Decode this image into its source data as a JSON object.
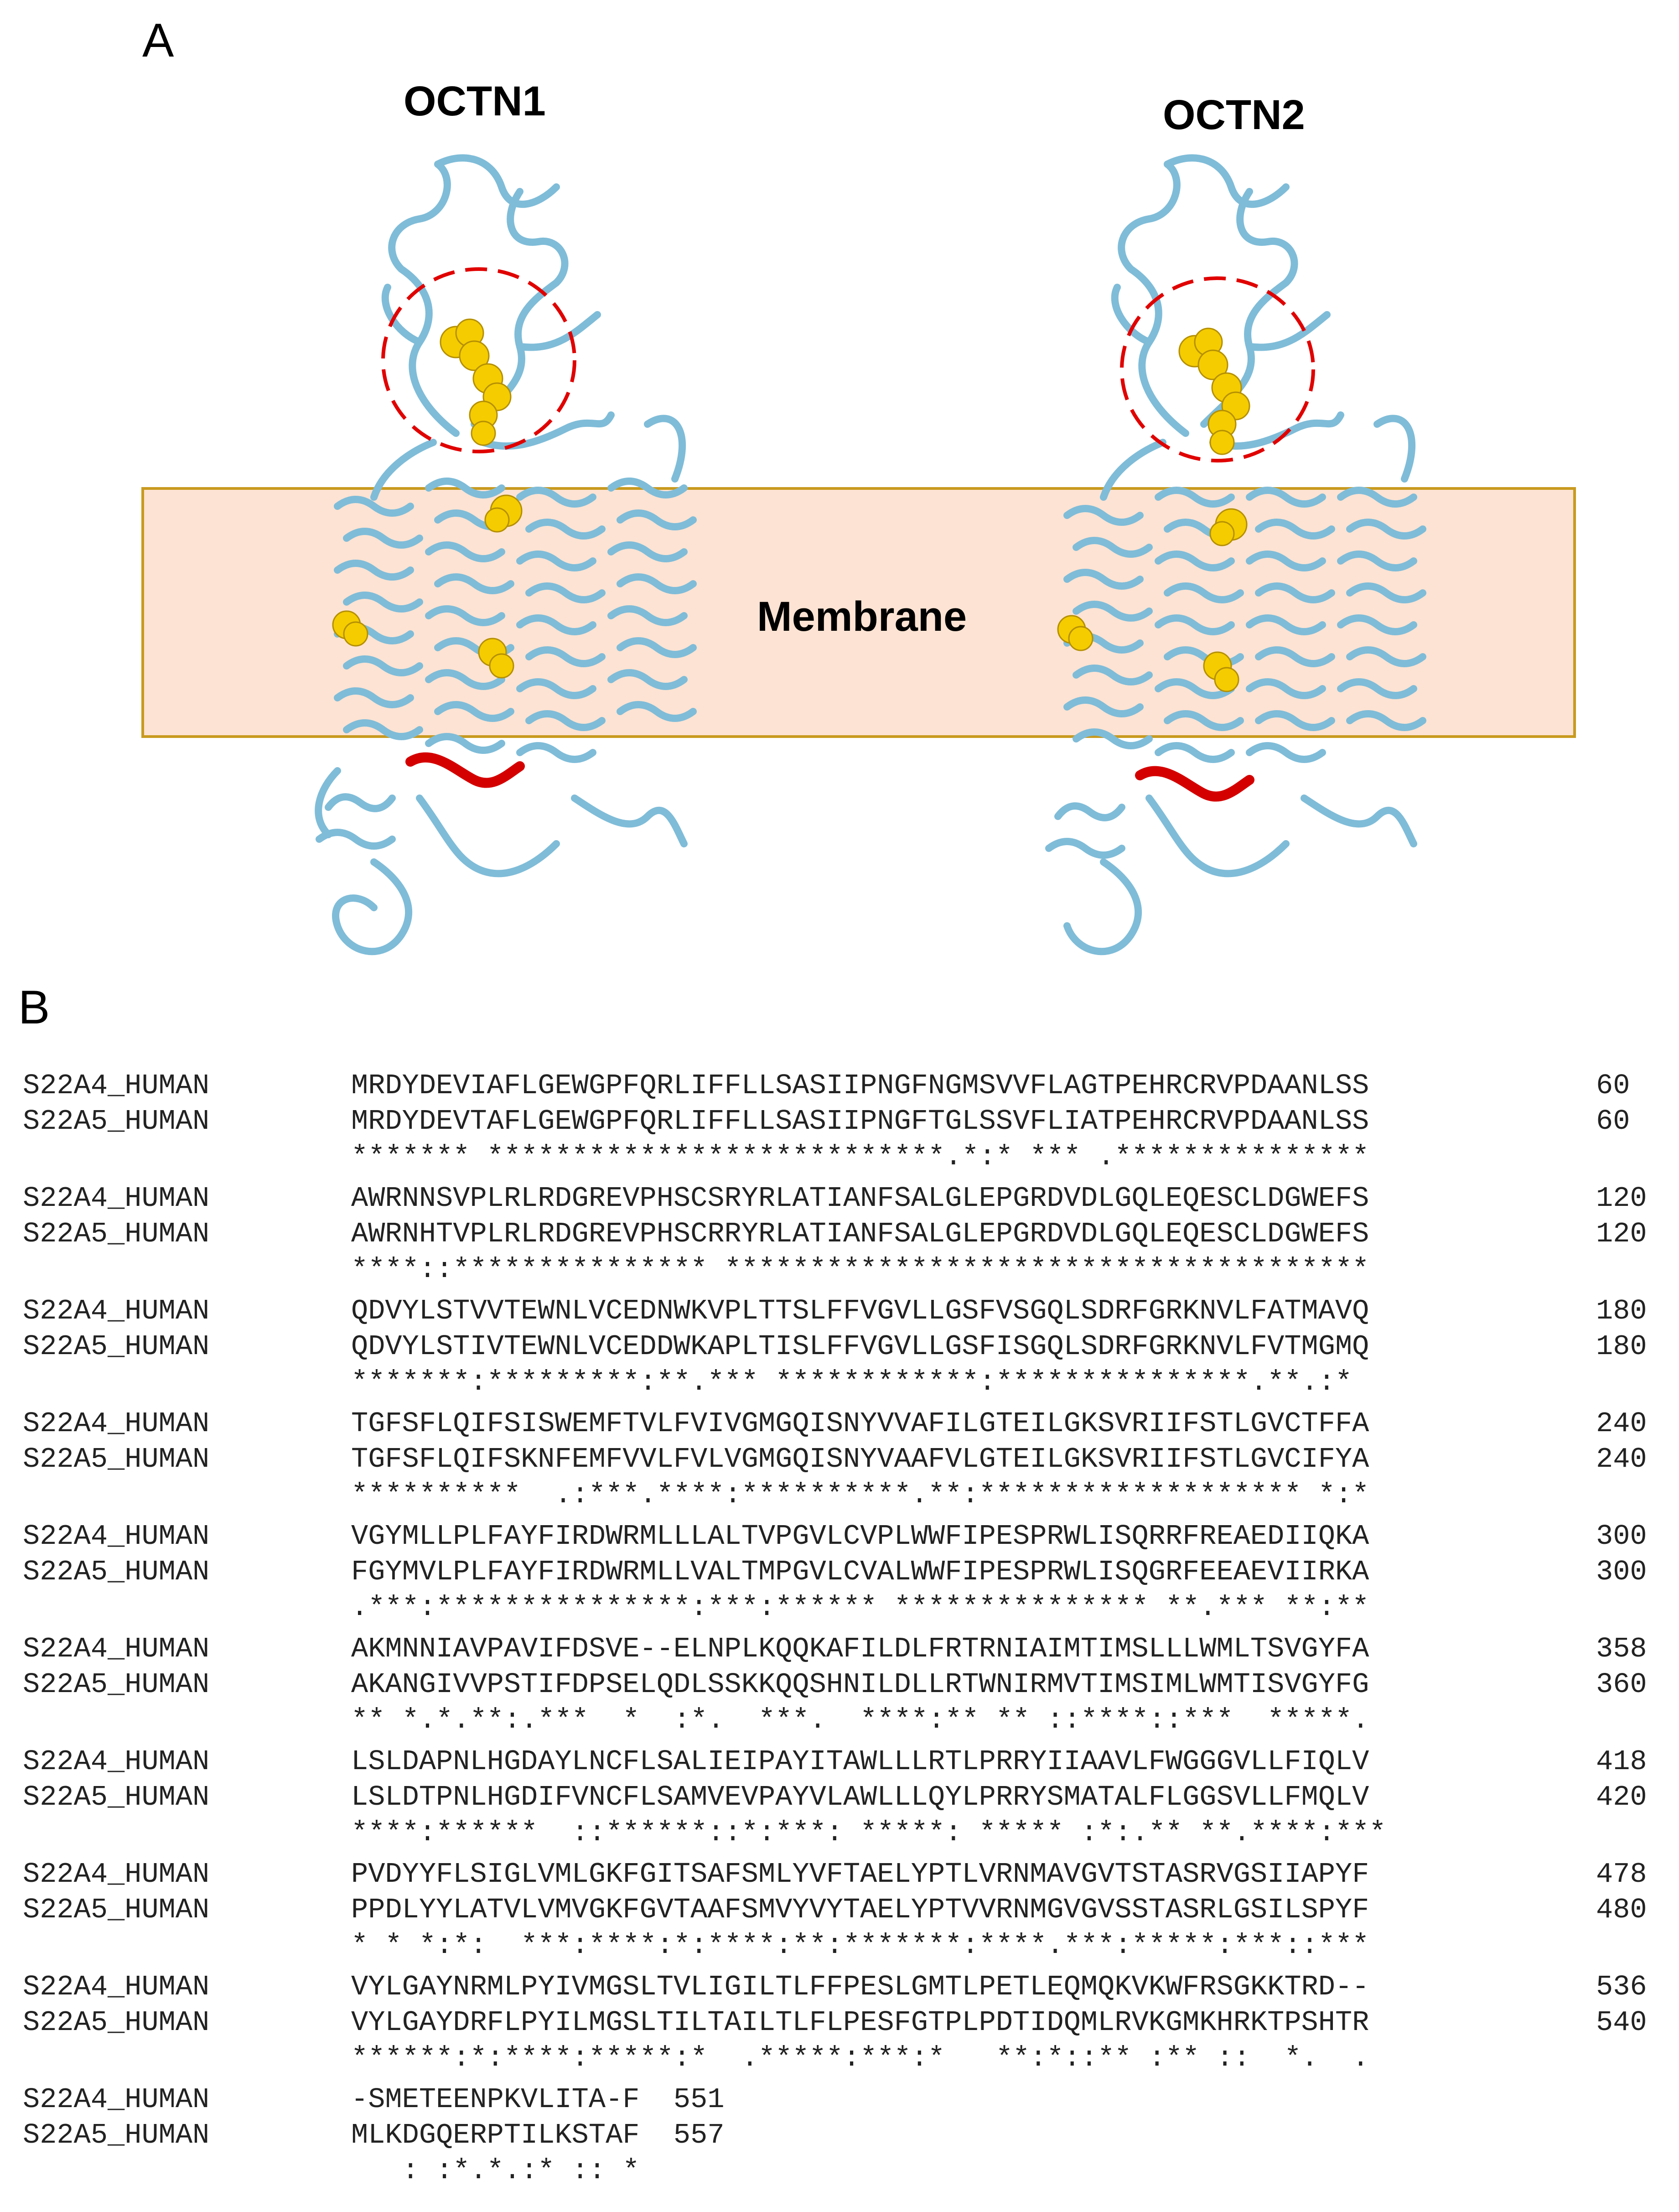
{
  "panel_a_label": "A",
  "panel_b_label": "B",
  "structures": [
    {
      "title": "OCTN1",
      "icon": "protein-ribbon-structure",
      "helix_color": "#8ec9e3",
      "sphere_color": "#ffd700",
      "loop_highlight_color": "#e00000"
    },
    {
      "title": "OCTN2",
      "icon": "protein-ribbon-structure",
      "helix_color": "#8ec9e3",
      "sphere_color": "#ffd700",
      "loop_highlight_color": "#e00000"
    }
  ],
  "membrane_label": "Membrane",
  "colors": {
    "membrane_fill": "#fde3d3",
    "membrane_border": "#c89a1f",
    "highlight_circle": "#e00000"
  },
  "alignment": [
    {
      "name1": "S22A4_HUMAN",
      "seq1": "MRDYDEVIAFLGEWGPFQRLIFFLLSASIIPNGFNGMSVVFLAGTPEHRCRVPDAANLSS",
      "num1": "60",
      "name2": "S22A5_HUMAN",
      "seq2": "MRDYDEVTAFLGEWGPFQRLIFFLLSASIIPNGFTGLSSVFLIATPEHRCRVPDAANLSS",
      "num2": "60",
      "consensus": "******* ***************************.*:* *** .***************"
    },
    {
      "name1": "S22A4_HUMAN",
      "seq1": "AWRNNSVPLRLRDGREVPHSCSRYRLATIANFSALGLEPGRDVDLGQLEQESCLDGWEFS",
      "num1": "120",
      "name2": "S22A5_HUMAN",
      "seq2": "AWRNHTVPLRLRDGREVPHSCRRYRLATIANFSALGLEPGRDVDLGQLEQESCLDGWEFS",
      "num2": "120",
      "consensus": "****::*************** **************************************"
    },
    {
      "name1": "S22A4_HUMAN",
      "seq1": "QDVYLSTVVTEWNLVCEDNWKVPLTTSLFFVGVLLGSFVSGQLSDRFGRKNVLFATMAVQ",
      "num1": "180",
      "name2": "S22A5_HUMAN",
      "seq2": "QDVYLSTIVTEWNLVCEDDWKAPLTISLFFVGVLLGSFISGQLSDRFGRKNVLFVTMGMQ",
      "num2": "180",
      "consensus": "*******:*********:**.*** ************:***************.**.:*"
    },
    {
      "name1": "S22A4_HUMAN",
      "seq1": "TGFSFLQIFSISWEMFTVLFVIVGMGQISNYVVAFILGTEILGKSVRIIFSTLGVCTFFA",
      "num1": "240",
      "name2": "S22A5_HUMAN",
      "seq2": "TGFSFLQIFSKNFEMFVVLFVLVGMGQISNYVAAFVLGTEILGKSVRIIFSTLGVCIFYA",
      "num2": "240",
      "consensus": "**********  .:***.****:**********.**:******************* *:*"
    },
    {
      "name1": "S22A4_HUMAN",
      "seq1": "VGYMLLPLFAYFIRDWRMLLLALTVPGVLCVPLWWFIPESPRWLISQRRFREAEDIIQKA",
      "num1": "300",
      "name2": "S22A5_HUMAN",
      "seq2": "FGYMVLPLFAYFIRDWRMLLVALTMPGVLCVALWWFIPESPRWLISQGRFEEAEVIIRKA",
      "num2": "300",
      "consensus": ".***:***************:***:****** *************** **.*** **:**"
    },
    {
      "name1": "S22A4_HUMAN",
      "seq1": "AKMNNIAVPAVIFDSVE--ELNPLKQQKAFILDLFRTRNIAIMTIMSLLLWMLTSVGYFA",
      "num1": "358",
      "name2": "S22A5_HUMAN",
      "seq2": "AKANGIVVPSTIFDPSELQDLSSKKQQSHNILDLLRTWNIRMVTIMSIMLWMTISVGYFG",
      "num2": "360",
      "consensus": "** *.*.**:.***  *  :*.  ***.  ****:** ** ::****::***  *****."
    },
    {
      "name1": "S22A4_HUMAN",
      "seq1": "LSLDAPNLHGDAYLNCFLSALIEIPAYITAWLLLRTLPRRYIIAAVLFWGGGVLLFIQLV",
      "num1": "418",
      "name2": "S22A5_HUMAN",
      "seq2": "LSLDTPNLHGDIFVNCFLSAMVEVPAYVLAWLLLQYLPRRYSMATALFLGGSVLLFMQLV",
      "num2": "420",
      "consensus": "****:******  ::******::*:***: *****: ***** :*:.** **.****:***"
    },
    {
      "name1": "S22A4_HUMAN",
      "seq1": "PVDYYFLSIGLVMLGKFGITSAFSMLYVFTAELYPTLVRNMAVGVTSTASRVGSIIAPYF",
      "num1": "478",
      "name2": "S22A5_HUMAN",
      "seq2": "PPDLYYLATVLVMVGKFGVTAAFSMVYVYTAELYPTVVRNMGVGVSSTASRLGSILSPYF",
      "num2": "480",
      "consensus": "* * *:*:  ***:****:*:****:**:*******:****.***:*****:***::***"
    },
    {
      "name1": "S22A4_HUMAN",
      "seq1": "VYLGAYNRMLPYIVMGSLTVLIGILTLFFPESLGMTLPETLEQMQKVKWFRSGKKTRD--",
      "num1": "536",
      "name2": "S22A5_HUMAN",
      "seq2": "VYLGAYDRFLPYILMGSLTILTAILTLFLPESFGTPLPDTIDQMLRVKGMKHRKTPSHTR",
      "num2": "540",
      "consensus": "******:*:****:*****:*  .*****:***:*   **:*::** :** ::  *.  ."
    },
    {
      "name1": "S22A4_HUMAN",
      "seq1": "-SMETEENPKVLITA-F  551",
      "name2": "S22A5_HUMAN",
      "seq2": "MLKDGQERPTILKSTAF  557",
      "consensus": "   : :*.*.:* :: *"
    }
  ]
}
